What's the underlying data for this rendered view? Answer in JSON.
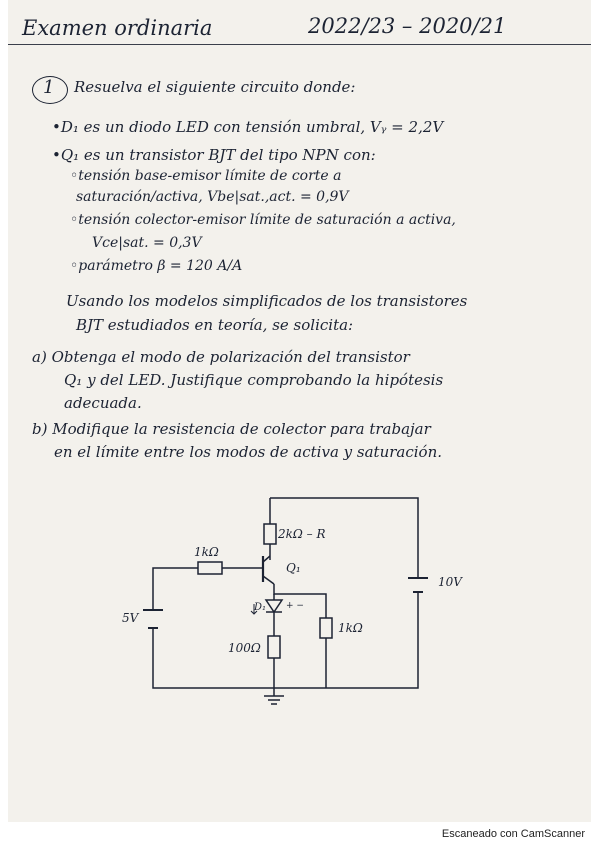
{
  "header": {
    "title": "Examen ordinaria",
    "years": "2022/23 – 2020/21"
  },
  "problem": {
    "number": "1",
    "intro": "Resuelva el siguiente circuito donde:",
    "bullet_d1": "•D₁ es un diodo LED con tensión umbral, Vᵧ = 2,2V",
    "bullet_q1": "•Q₁ es un transistor BJT del tipo NPN con:",
    "q1_line1": "◦tensión base-emisor límite de corte a",
    "q1_line2": "saturación/activa, Vbe|sat.,act. = 0,9V",
    "q1_line3": "◦tensión colector-emisor límite de saturación a activa,",
    "q1_line4": "Vce|sat. = 0,3V",
    "q1_line5": "◦parámetro β = 120 A/A",
    "usage_line1": "Usando los modelos simplificados de los transistores",
    "usage_line2": "BJT estudiados en teoría, se solicita:",
    "a_line1": "a) Obtenga el modo de polarización del transistor",
    "a_line2": "Q₁ y del LED. Justifique comprobando la hipótesis",
    "a_line3": "adecuada.",
    "b_line1": "b) Modifique la resistencia de colector para trabajar",
    "b_line2": "en el límite entre los modos de activa y saturación."
  },
  "circuit": {
    "r_base": "1kΩ",
    "r_collector": "2kΩ – R",
    "transistor": "Q₁",
    "source_right": "10V",
    "source_left": "5V",
    "diode": "D₁",
    "r_right": "1kΩ",
    "r_emitter": "100Ω",
    "plus_minus": "+ −"
  },
  "footer": {
    "watermark": "Escaneado con CamScanner"
  }
}
